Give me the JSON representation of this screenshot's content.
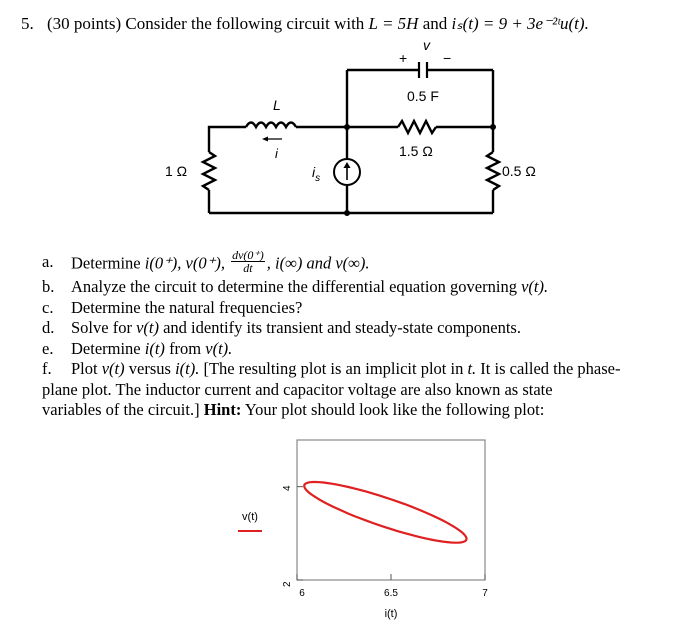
{
  "problem": {
    "number": "5.",
    "points": "(30 points) Consider the following circuit with",
    "L_eq": "L = 5H",
    "and": "and",
    "is_eq": "iₛ(t) = 9 + 3e⁻²ᵗu(t)."
  },
  "circuit": {
    "v_label": "v",
    "plus": "+",
    "minus": "−",
    "cap_value": "0.5 F",
    "res_mid": "1.5 Ω",
    "res_left": "1 Ω",
    "res_right": "0.5 Ω",
    "L_label": "L",
    "i_label": "i",
    "is_label": "i",
    "is_sub": "s"
  },
  "parts": [
    {
      "label": "a.",
      "pre": "Determine",
      "text_a": "i(0⁺), v(0⁺),",
      "frac_num": "dv(0⁺)",
      "frac_den": "dt",
      "text_b": ", i(∞) and v(∞)."
    },
    {
      "label": "b.",
      "text": "Analyze the circuit to determine the differential equation governing",
      "var": "v(t)."
    },
    {
      "label": "c.",
      "text": "Determine the natural frequencies?"
    },
    {
      "label": "d.",
      "text": "Solve for",
      "var": "v(t)",
      "text2": "and identify its transient and steady-state components."
    },
    {
      "label": "e.",
      "text": "Determine",
      "var": "i(t)",
      "text2": "from",
      "var2": "v(t)."
    },
    {
      "label": "f.",
      "text": "Plot",
      "var": "v(t)",
      "text2": "versus",
      "var2": "i(t).",
      "text3": "[The resulting plot is an implicit plot in",
      "var3": "t.",
      "text4": "It is called the phase-"
    }
  ],
  "part_f_cont1": "plane plot. The inductor current and capacitor voltage are also known as state",
  "part_f_cont2_a": "variables of the circuit.]",
  "part_f_hint": "Hint:",
  "part_f_cont2_b": "Your plot should look like the following plot:",
  "chart_data": {
    "type": "line",
    "title": "",
    "xlabel": "i(t)",
    "ylabel": "",
    "legend": [
      "v(t)"
    ],
    "xlim": [
      6,
      7
    ],
    "ylim": [
      2,
      5
    ],
    "x_ticks": [
      "6",
      "6.5",
      "7"
    ],
    "y_ticks": [
      "2",
      "4"
    ],
    "grid": false,
    "series": [
      {
        "name": "v(t)",
        "color": "#e02020",
        "shape": "closed-ellipse"
      }
    ]
  }
}
